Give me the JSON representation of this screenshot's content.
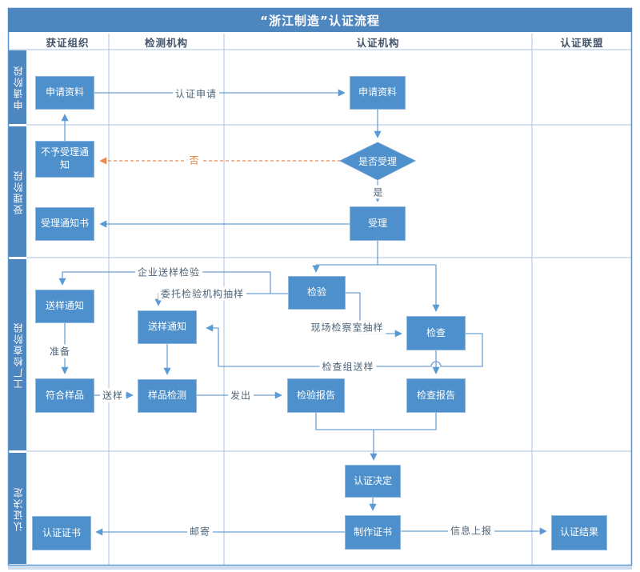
{
  "title": "“浙江制造”认证流程",
  "header": {
    "columns": [
      {
        "label": "获证组织"
      },
      {
        "label": "检测机构"
      },
      {
        "label": "认证机构"
      },
      {
        "label": "认证联盟"
      }
    ]
  },
  "phases": [
    {
      "label": "申请阶段"
    },
    {
      "label": "受理阶段"
    },
    {
      "label": "工厂检查阶段"
    },
    {
      "label": "认证决定"
    }
  ],
  "nodes": {
    "apply_left": {
      "label": "申请资料"
    },
    "reject_notice": {
      "label": "不予受理通知"
    },
    "accept_notice": {
      "label": "受理通知书"
    },
    "sample_notice_left": {
      "label": "送样通知"
    },
    "conforming_sample": {
      "label": "符合样品"
    },
    "certificate": {
      "label": "认证证书"
    },
    "sample_notice_testing": {
      "label": "送样通知"
    },
    "sample_testing": {
      "label": "样品检测"
    },
    "apply_right": {
      "label": "申请资料"
    },
    "is_accepted": {
      "label": "是否受理"
    },
    "accept": {
      "label": "受理"
    },
    "inspection": {
      "label": "检验"
    },
    "check": {
      "label": "检查"
    },
    "inspection_report": {
      "label": "检验报告"
    },
    "check_report": {
      "label": "检查报告"
    },
    "cert_decision": {
      "label": "认证决定"
    },
    "make_cert": {
      "label": "制作证书"
    },
    "cert_result": {
      "label": "认证结果"
    }
  },
  "edges": {
    "cert_apply": "认证申请",
    "no": "否",
    "yes": "是",
    "enterprise_sample": "企业送样检验",
    "entrust_sample": "委托检验机构抽样",
    "onsite_sample": "现场检察室抽样",
    "team_sample": "检查组送样",
    "prepare": "准备",
    "send_sample": "送样",
    "issue": "发出",
    "mail": "邮寄",
    "info_report": "信息上报"
  },
  "colors": {
    "band_blue": "#4e86bf",
    "box_blue": "#4e90cb",
    "line_blue": "#6da0d4",
    "grid_blue": "#a9c3e2",
    "orange": "#ed8a4e",
    "header_text": "#44546a"
  }
}
